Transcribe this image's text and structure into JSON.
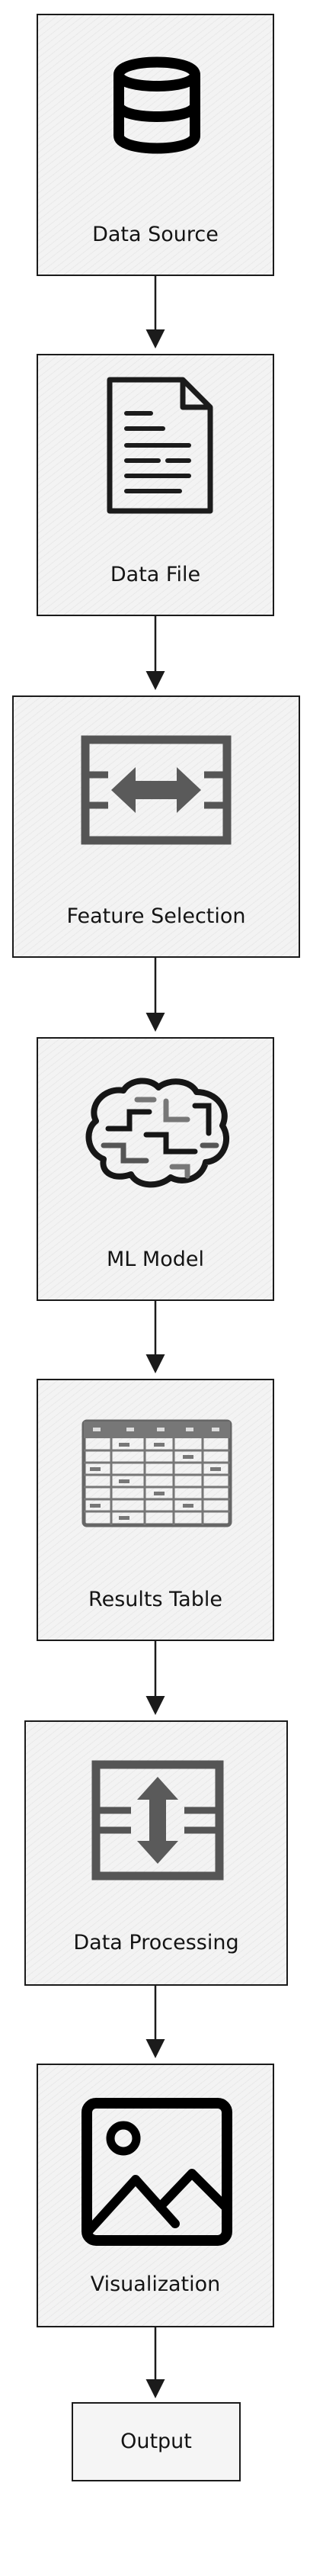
{
  "nodes": [
    {
      "label": "Data Source",
      "icon": "database-icon"
    },
    {
      "label": "Data File",
      "icon": "document-icon"
    },
    {
      "label": "Feature Selection",
      "icon": "horizontal-arrows-icon"
    },
    {
      "label": "ML Model",
      "icon": "brain-icon"
    },
    {
      "label": "Results Table",
      "icon": "table-icon"
    },
    {
      "label": "Data Processing",
      "icon": "vertical-arrows-icon"
    },
    {
      "label": "Visualization",
      "icon": "image-icon"
    },
    {
      "label": "Output"
    }
  ],
  "colors": {
    "stroke": "#1b1b1b",
    "fill": "#f3f3f3",
    "icon_gray": "#5a5a5a"
  }
}
